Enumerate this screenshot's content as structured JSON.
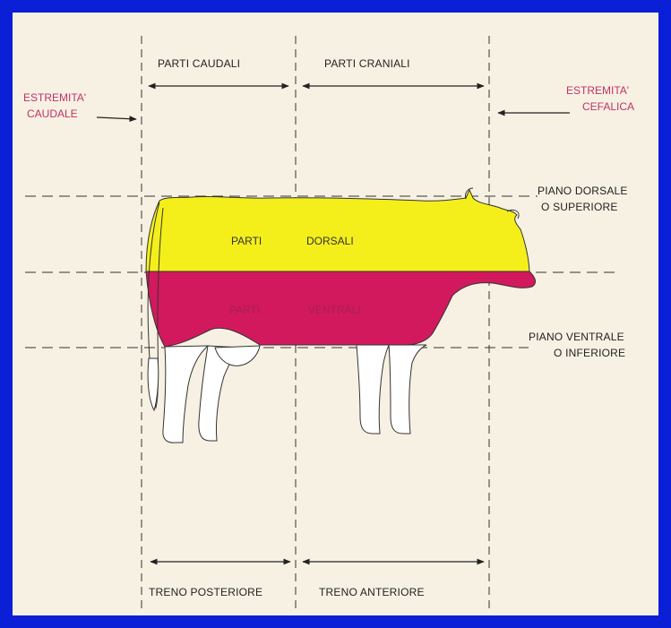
{
  "labels": {
    "parti_caudali": "PARTI CAUDALI",
    "parti_craniali": "PARTI CRANIALI",
    "estremita_caudale_1": "ESTREMITA'",
    "estremita_caudale_2": "CAUDALE",
    "estremita_cefalica_1": "ESTREMITA'",
    "estremita_cefalica_2": "CEFALICA",
    "piano_dorsale_1": "PIANO DORSALE",
    "piano_dorsale_2": "O SUPERIORE",
    "piano_ventrale_1": "PIANO VENTRALE",
    "piano_ventrale_2": "O INFERIORE",
    "parti_dorsali_a": "PARTI",
    "parti_dorsali_b": "DORSALI",
    "parti_ventrali_a": "PARTI",
    "parti_ventrali_b": "VENTRALI",
    "treno_posteriore": "TRENO POSTERIORE",
    "treno_anteriore": "TRENO  ANTERIORE"
  },
  "colors": {
    "background": "#0a1fd6",
    "paper": "#f7f1e3",
    "dorsal_region": "#f4ef1a",
    "ventral_region": "#d2195e",
    "label_accent": "#c0306a"
  }
}
